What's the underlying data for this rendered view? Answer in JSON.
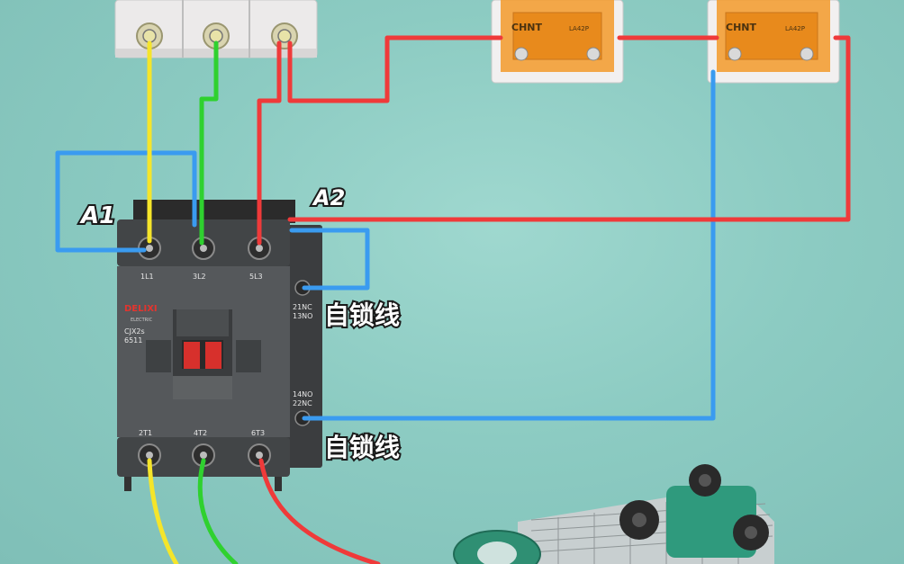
{
  "labels": {
    "coil_a1": "A1",
    "coil_a2": "A2",
    "self_lock_1": "自锁线",
    "self_lock_2": "自锁线"
  },
  "contactor": {
    "brand": "DELIXI",
    "brand_sub": "ELECTRIC",
    "model": "CJX2s",
    "model_no": "6511",
    "terminals_top": [
      "1L1",
      "3L2",
      "5L3"
    ],
    "terminals_bottom": [
      "2T1",
      "4T2",
      "6T3"
    ],
    "aux_upper": [
      "21NC",
      "13NO"
    ],
    "aux_lower": [
      "14NO",
      "22NC"
    ]
  },
  "buttons": {
    "brand": "CHNT",
    "model": "LA42P"
  },
  "colors": {
    "yellow_wire": "#f5e52a",
    "green_wire": "#2fd12f",
    "red_wire": "#ef3a3a",
    "blue_wire": "#3a9bf0",
    "background": "#8ccbc2"
  }
}
